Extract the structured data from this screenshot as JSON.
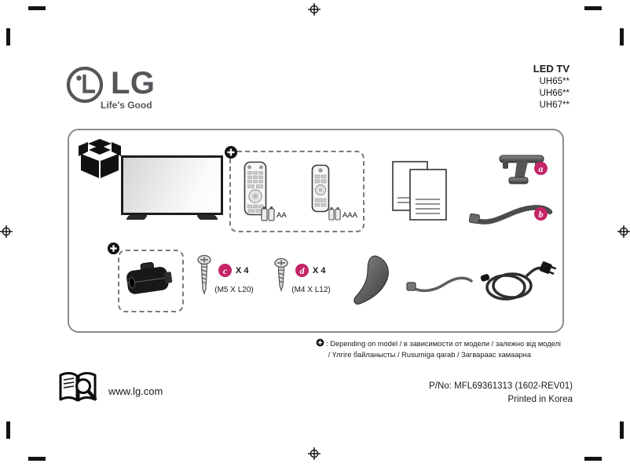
{
  "brand": {
    "name": "LG",
    "tagline": "Life's Good"
  },
  "header": {
    "product_type": "LED TV",
    "models": [
      "UH65**",
      "UH66**",
      "UH67**"
    ]
  },
  "kit": {
    "battery_aa_label": "AA",
    "battery_aaa_label": "AAA",
    "badges": {
      "a": "a",
      "b": "b",
      "c": "c",
      "d": "d"
    },
    "screw_c": {
      "qty": "X 4",
      "spec": "(M5 X L20)"
    },
    "screw_d": {
      "qty": "X 4",
      "spec": "(M4 X L12)"
    }
  },
  "legend": {
    "line1": ": Depending on model / в зависимости от модели / залежно від моделі",
    "line2": "/ Үлгіге байланысты / Rusumiga qarab / Загвараас хамаарна"
  },
  "footer": {
    "website": "www.lg.com",
    "part_number": "P/No: MFL69361313 (1602-REV01)",
    "printed": "Printed in Korea"
  },
  "colors": {
    "badge": "#c42566"
  }
}
